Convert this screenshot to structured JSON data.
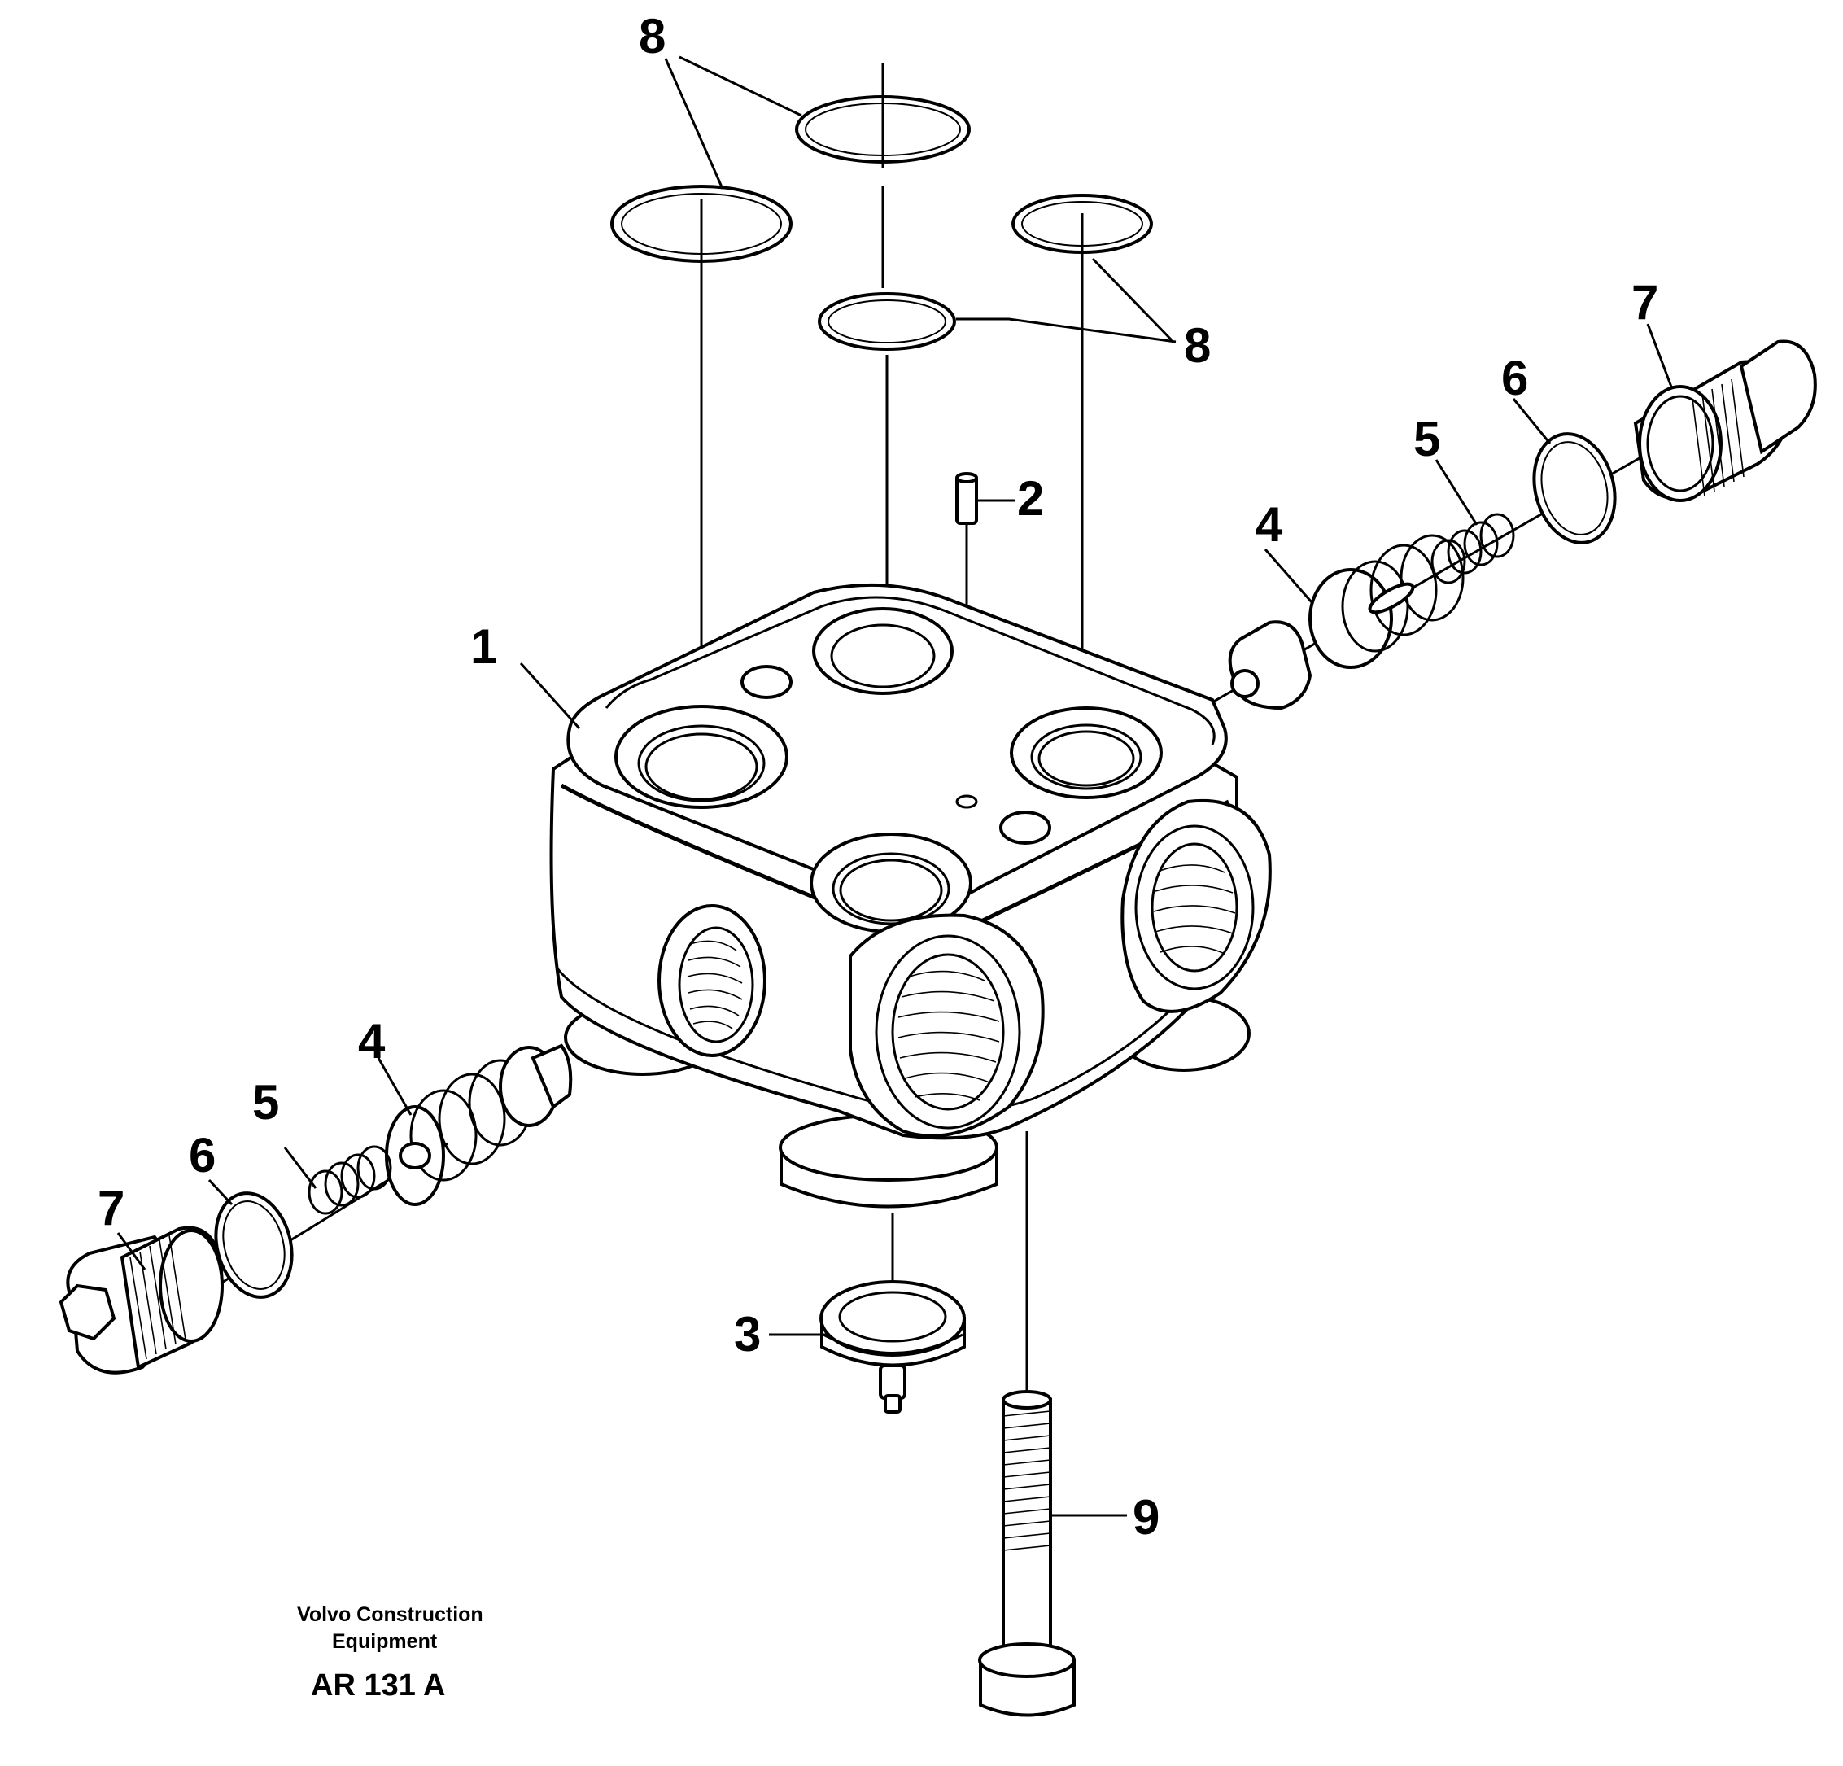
{
  "callouts": {
    "c1": "1",
    "c2": "2",
    "c3": "3",
    "c4a": "4",
    "c4b": "4",
    "c5a": "5",
    "c5b": "5",
    "c6a": "6",
    "c6b": "6",
    "c7a": "7",
    "c7b": "7",
    "c8a": "8",
    "c8b": "8",
    "c9": "9"
  },
  "footer": {
    "line1": "Volvo Construction",
    "line2": "Equipment",
    "code": "AR 131 A"
  },
  "icons": {
    "drawing": "exploded-valve-block-diagram"
  }
}
